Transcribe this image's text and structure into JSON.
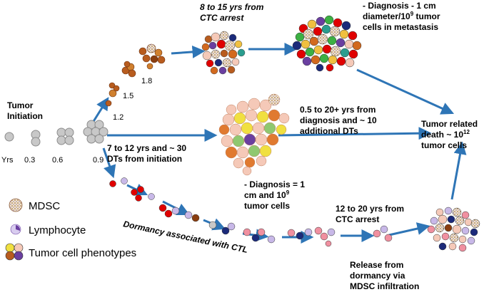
{
  "labels": {
    "tumor_initiation": [
      "Tumor",
      "Initiation"
    ],
    "yrs": "Yrs",
    "t03": "0.3",
    "t06": "0.6",
    "t09": "0.9",
    "t12": "1.2",
    "t15": "1.5",
    "t18": "1.8",
    "ctc_8_15": [
      "8 to 15 yrs from",
      "CTC arrest"
    ],
    "diag_1cm_metastasis": [
      "- Diagnosis - 1 cm",
      "diameter/10",
      "9",
      " tumor",
      "cells in metastasis"
    ],
    "interval_05_20": [
      "0.5 to 20+ yrs from",
      "diagnosis and ~ 10",
      "additional DTs"
    ],
    "interval_7_12": [
      "7 to 12 yrs and ~ 30",
      "DTs from initiation"
    ],
    "diag_1cm_primary": [
      "- Diagnosis = 1",
      "cm and 10",
      "9",
      "tumor cells"
    ],
    "death": [
      "Tumor related",
      "death ~ 10",
      "12",
      "tumor cells"
    ],
    "ctc_12_20": [
      "12 to 20 yrs from",
      "CTC arrest"
    ],
    "dormancy_ctl": "Dormancy associated with CTL",
    "release": [
      "Release from",
      "dormancy via",
      "MDSC infiltration"
    ]
  },
  "legend": [
    {
      "label": "MDSC",
      "icon": "mdsc-icon"
    },
    {
      "label": "Lymphocyte",
      "icon": "lymphocyte-icon"
    },
    {
      "label": "Tumor cell phenotypes",
      "icon": "tumor-cell-phenotypes-icon"
    }
  ],
  "colors": {
    "arrow": "#2E75B6",
    "gray_cell": "#C8C8C8",
    "brown_cell": "#B85C1E",
    "red_cell": "#E00000",
    "lymph_purple": "#6A3FA0",
    "pink": "#F5C9B8"
  }
}
